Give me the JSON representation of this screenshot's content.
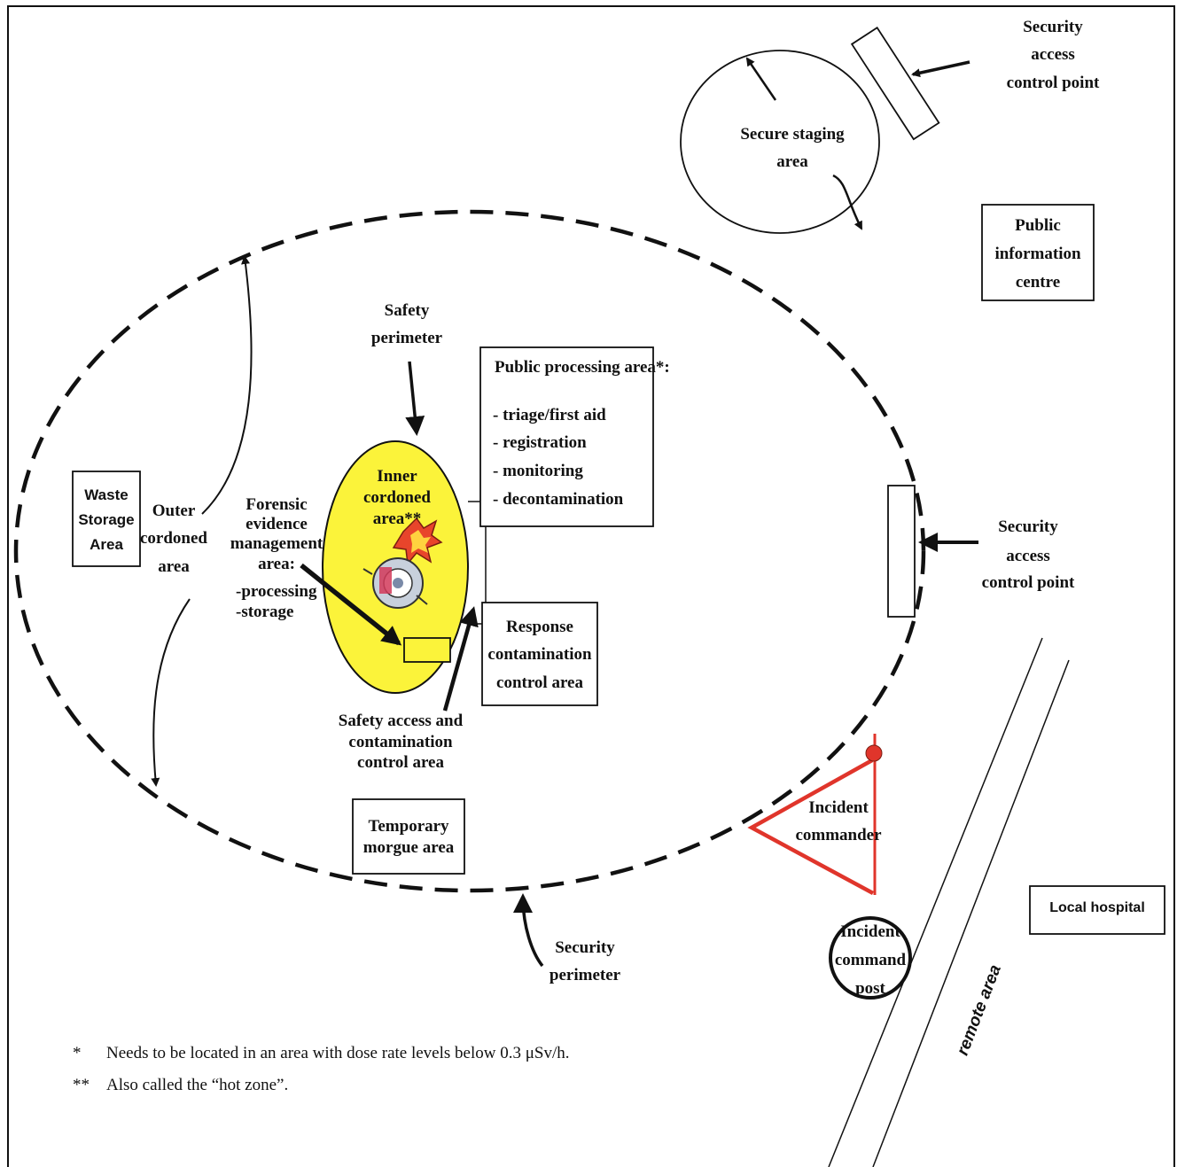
{
  "labels": {
    "security_access_top": [
      "Security",
      "access",
      "control point"
    ],
    "secure_staging": [
      "Secure staging",
      "area"
    ],
    "public_information": [
      "Public",
      "information",
      "centre"
    ],
    "safety_perimeter": [
      "Safety",
      "perimeter"
    ],
    "public_processing_title": "Public processing area*:",
    "public_processing_items": [
      "- triage/first aid",
      "- registration",
      "- monitoring",
      "- decontamination"
    ],
    "inner_cordoned": [
      "Inner",
      "cordoned",
      "area**"
    ],
    "waste_storage": [
      "Waste",
      "Storage",
      "Area"
    ],
    "outer_cordoned": [
      "Outer",
      "cordoned",
      "area"
    ],
    "forensic": [
      "Forensic",
      "evidence",
      "management",
      "area:",
      "-processing",
      "-storage"
    ],
    "security_access_right": [
      "Security",
      "access",
      "control point"
    ],
    "response_contamination": [
      "Response",
      "contamination",
      "control area"
    ],
    "safety_access": [
      "Safety access and",
      "contamination",
      "control area"
    ],
    "temporary_morgue": [
      "Temporary",
      "morgue area"
    ],
    "incident_commander": [
      "Incident",
      "commander"
    ],
    "incident_command_post": [
      "Incident",
      "command",
      "post"
    ],
    "local_hospital": "Local hospital",
    "remote_area": "remote area",
    "security_perimeter": [
      "Security",
      "perimeter"
    ]
  },
  "footnotes": [
    {
      "mark": "*",
      "text": "Needs to be located in an area with dose rate levels below 0.3 μSv/h."
    },
    {
      "mark": "**",
      "text": "Also called the “hot zone”."
    }
  ],
  "colors": {
    "inner_zone_fill": "#fbf33a",
    "commander_line": "#e0352b",
    "commander_dot": "#e0352b"
  },
  "icons": [
    "hazard-explosion-icon"
  ]
}
